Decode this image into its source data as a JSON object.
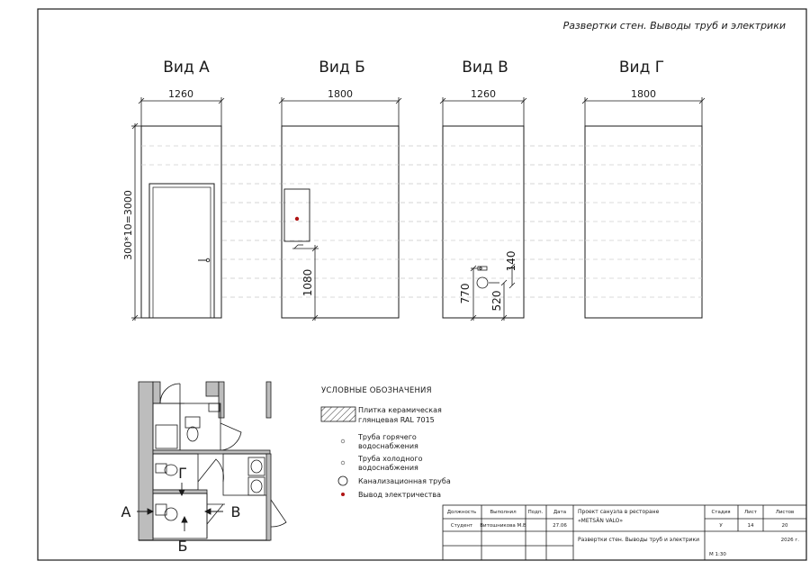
{
  "sheet_title": "Развертки стен. Выводы труб и электрики",
  "views": [
    {
      "title": "Вид А",
      "width_label": "1260"
    },
    {
      "title": "Вид Б",
      "width_label": "1800"
    },
    {
      "title": "Вид В",
      "width_label": "1260"
    },
    {
      "title": "Вид Г",
      "width_label": "1800"
    }
  ],
  "height_label": "300*10=3000",
  "dims": {
    "b_outlet_height": "1080",
    "v_770": "770",
    "v_520": "520",
    "v_140": "140"
  },
  "legend": {
    "title": "УСЛОВНЫЕ ОБОЗНАЧЕНИЯ",
    "tile": [
      "Плитка керамическая",
      "глянцевая RAL 7015"
    ],
    "hot_pipe": [
      "Труба горячего",
      "водоснабжения"
    ],
    "cold_pipe": [
      "Труба холодного",
      "водоснабжения"
    ],
    "sewer": "Канализационная труба",
    "electric": "Вывод электричества"
  },
  "plan_labels": {
    "a": "А",
    "b": "Б",
    "v": "В",
    "g": "Г"
  },
  "stamp": {
    "headers": [
      "Должность",
      "Выполнил",
      "Подп.",
      "Дата"
    ],
    "row": [
      "Студент",
      "Витошникова М.В",
      "",
      "27.06"
    ],
    "project": "Проект санузла в ресторане",
    "client": "«METSÄN VALO»",
    "sheet_name": "Развертки стен. Выводы труб и электрики",
    "stage_headers": [
      "Стадия",
      "Лист",
      "Листов"
    ],
    "stage_values": [
      "У",
      "14",
      "20"
    ],
    "year": "2026 г.",
    "scale": "М 1:30"
  },
  "colors": {
    "electric": "#b01414",
    "line": "#1a1a1a",
    "dash": "#c8c8c8"
  }
}
